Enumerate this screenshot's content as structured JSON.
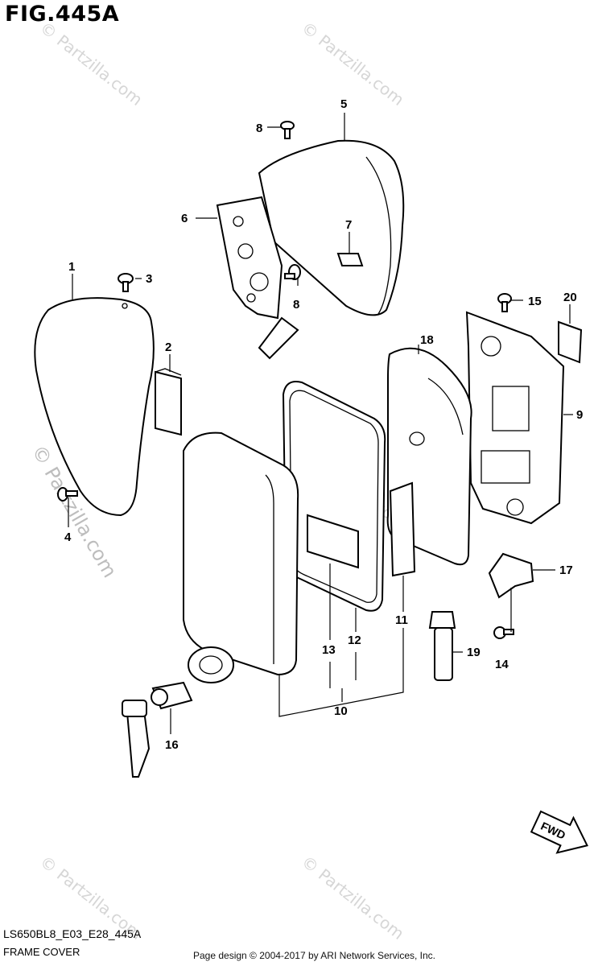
{
  "figure": {
    "title": "FIG.445A",
    "code": "LS650BL8_E03_E28_445A",
    "subtitle": "FRAME COVER",
    "credit": "Page design © 2004-2017 by ARI Network Services, Inc.",
    "watermark": "© Partzilla.com",
    "direction_label": "FWD"
  },
  "callouts": {
    "c1": "1",
    "c2": "2",
    "c3": "3",
    "c4": "4",
    "c5": "5",
    "c6": "6",
    "c7": "7",
    "c8a": "8",
    "c8b": "8",
    "c9": "9",
    "c10": "10",
    "c11": "11",
    "c12": "12",
    "c13": "13",
    "c14": "14",
    "c15": "15",
    "c16": "16",
    "c17": "17",
    "c18": "18",
    "c19": "19",
    "c20": "20"
  }
}
